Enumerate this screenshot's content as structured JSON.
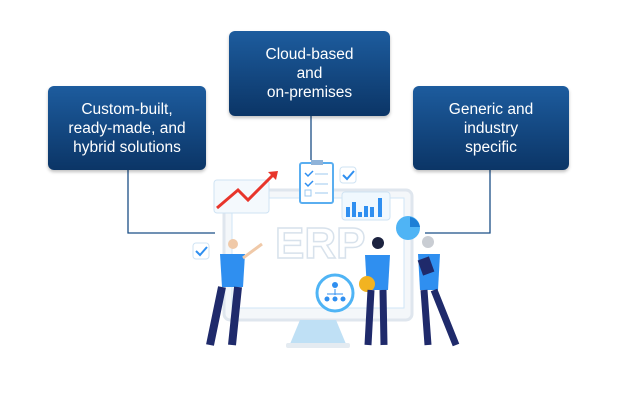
{
  "boxes": [
    {
      "label": "Custom-built,\nready-made, and\nhybrid solutions"
    },
    {
      "label": "Cloud-based\nand\non-premises"
    },
    {
      "label": "Generic and\nindustry\nspecific"
    }
  ],
  "illustration": {
    "monitor_text": "ERP"
  },
  "colors": {
    "box_top": "#1d5c9e",
    "box_bottom": "#0b3566",
    "accent": "#2f8ff0",
    "chart_red": "#e8352b"
  }
}
